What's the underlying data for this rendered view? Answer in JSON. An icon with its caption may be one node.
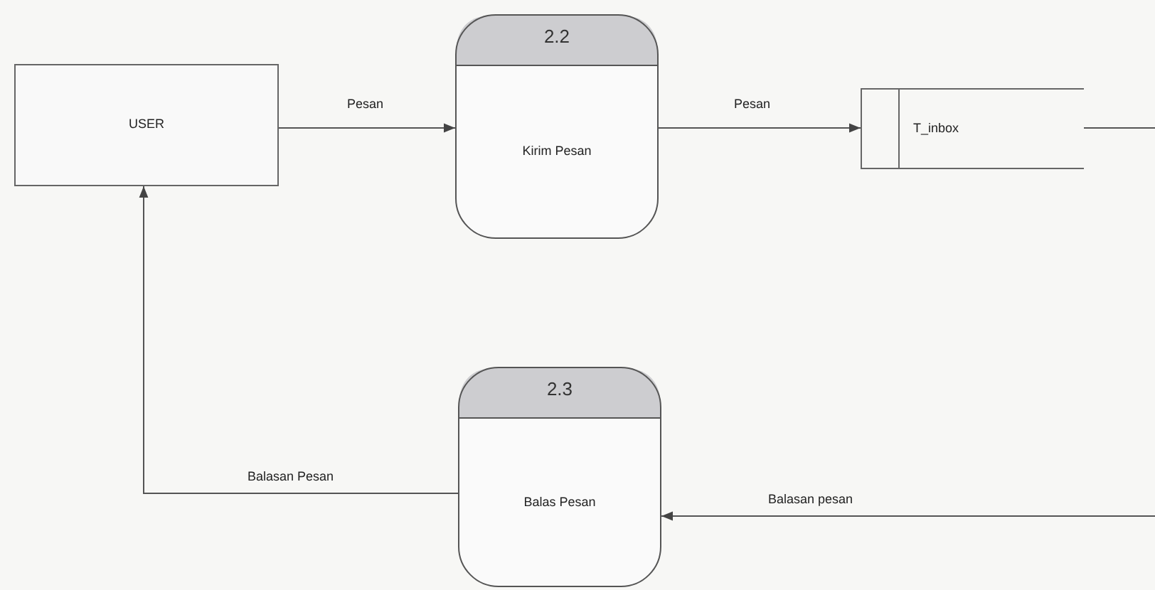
{
  "diagram": {
    "nodes": [
      {
        "text": [
          "USER"
        ]
      },
      {
        "text": [
          "2.2",
          "Kirim Pesan"
        ]
      },
      {
        "text": [
          "T_inbox"
        ]
      },
      {
        "text": [
          "2.3",
          "Balas Pesan"
        ]
      }
    ],
    "edges": [
      {
        "from": 0,
        "to": 1,
        "arrow": "to",
        "label": "Pesan"
      },
      {
        "from": 1,
        "to": 2,
        "arrow": "to",
        "label": "Pesan"
      },
      {
        "from": 2,
        "to": null,
        "arrow": "none"
      },
      {
        "from": null,
        "to": 3,
        "arrow": "to",
        "label": "Balasan pesan"
      },
      {
        "from": 3,
        "to": 0,
        "arrow": "to",
        "label": "Balasan Pesan"
      }
    ]
  }
}
